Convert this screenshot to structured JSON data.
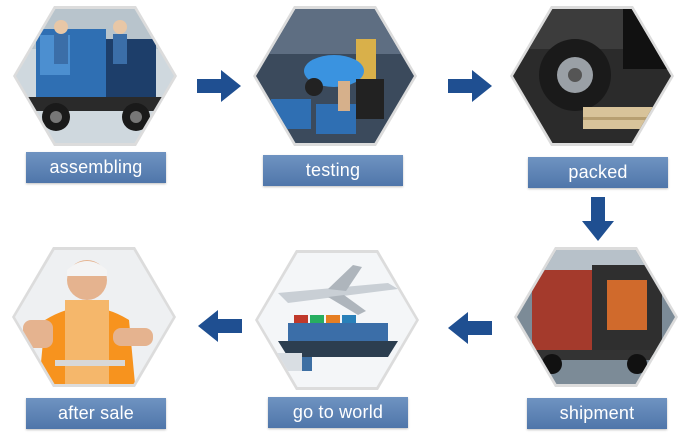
{
  "steps": [
    {
      "id": "assembling",
      "label": "assembling",
      "icon": "generator-trailer-photo"
    },
    {
      "id": "testing",
      "label": "testing",
      "icon": "technician-testing-photo"
    },
    {
      "id": "packed",
      "label": "packed",
      "icon": "wheel-pallet-photo"
    },
    {
      "id": "shipment",
      "label": "shipment",
      "icon": "truck-loading-photo"
    },
    {
      "id": "go_to_world",
      "label": "go to world",
      "icon": "airplane-ship-photo"
    },
    {
      "id": "after_sale",
      "label": "after sale",
      "icon": "service-worker-photo"
    }
  ],
  "colors": {
    "label_bg": "#5b80b3",
    "arrow": "#1f4f91",
    "hex_border": "#dcdcdc"
  }
}
